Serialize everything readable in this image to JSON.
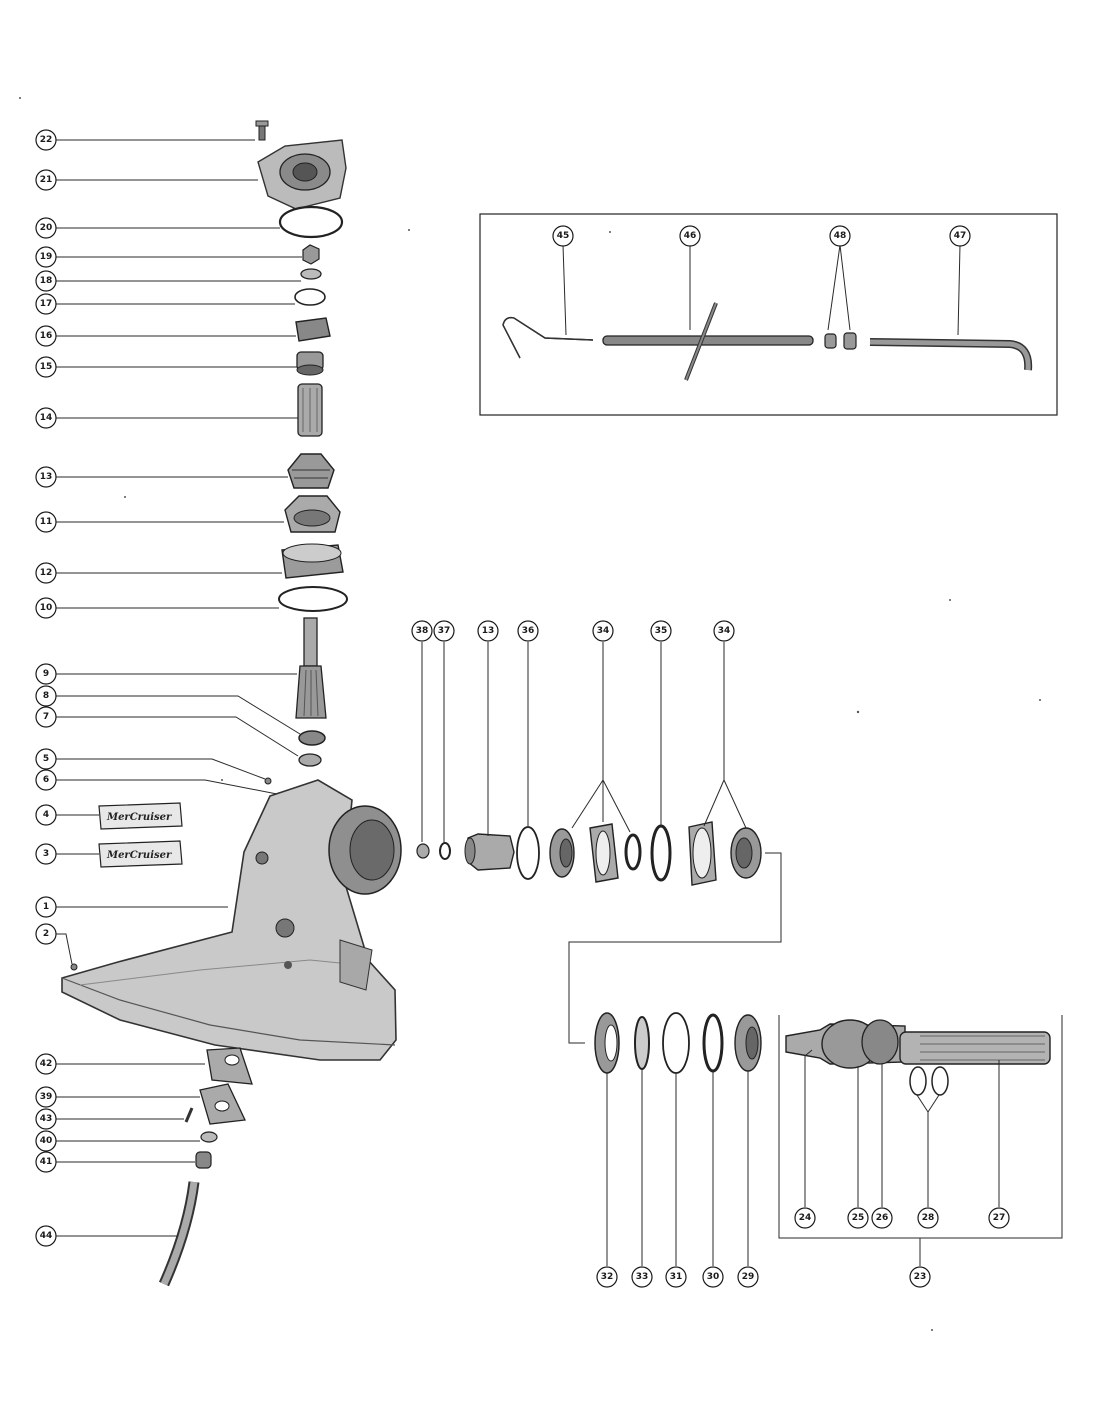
{
  "callouts": [
    {
      "id": "c22",
      "label": "22"
    },
    {
      "id": "c21",
      "label": "21"
    },
    {
      "id": "c20",
      "label": "20"
    },
    {
      "id": "c19",
      "label": "19"
    },
    {
      "id": "c18",
      "label": "18"
    },
    {
      "id": "c17",
      "label": "17"
    },
    {
      "id": "c16",
      "label": "16"
    },
    {
      "id": "c15",
      "label": "15"
    },
    {
      "id": "c14",
      "label": "14"
    },
    {
      "id": "c13a",
      "label": "13"
    },
    {
      "id": "c11",
      "label": "11"
    },
    {
      "id": "c12",
      "label": "12"
    },
    {
      "id": "c10",
      "label": "10"
    },
    {
      "id": "c9",
      "label": "9"
    },
    {
      "id": "c8",
      "label": "8"
    },
    {
      "id": "c7",
      "label": "7"
    },
    {
      "id": "c5",
      "label": "5"
    },
    {
      "id": "c6",
      "label": "6"
    },
    {
      "id": "c4",
      "label": "4"
    },
    {
      "id": "c3",
      "label": "3"
    },
    {
      "id": "c1",
      "label": "1"
    },
    {
      "id": "c2",
      "label": "2"
    },
    {
      "id": "c42",
      "label": "42"
    },
    {
      "id": "c39",
      "label": "39"
    },
    {
      "id": "c43",
      "label": "43"
    },
    {
      "id": "c40",
      "label": "40"
    },
    {
      "id": "c41",
      "label": "41"
    },
    {
      "id": "c44",
      "label": "44"
    },
    {
      "id": "c45",
      "label": "45"
    },
    {
      "id": "c46",
      "label": "46"
    },
    {
      "id": "c48",
      "label": "48"
    },
    {
      "id": "c47",
      "label": "47"
    },
    {
      "id": "c38",
      "label": "38"
    },
    {
      "id": "c37",
      "label": "37"
    },
    {
      "id": "c13b",
      "label": "13"
    },
    {
      "id": "c36",
      "label": "36"
    },
    {
      "id": "c34a",
      "label": "34"
    },
    {
      "id": "c35",
      "label": "35"
    },
    {
      "id": "c34b",
      "label": "34"
    },
    {
      "id": "c32",
      "label": "32"
    },
    {
      "id": "c33",
      "label": "33"
    },
    {
      "id": "c31",
      "label": "31"
    },
    {
      "id": "c30",
      "label": "30"
    },
    {
      "id": "c29",
      "label": "29"
    },
    {
      "id": "c24",
      "label": "24"
    },
    {
      "id": "c25",
      "label": "25"
    },
    {
      "id": "c26",
      "label": "26"
    },
    {
      "id": "c28",
      "label": "28"
    },
    {
      "id": "c27",
      "label": "27"
    },
    {
      "id": "c23",
      "label": "23"
    }
  ],
  "decals": {
    "decal4": "MerCruiser",
    "decal3": "MerCruiser"
  }
}
